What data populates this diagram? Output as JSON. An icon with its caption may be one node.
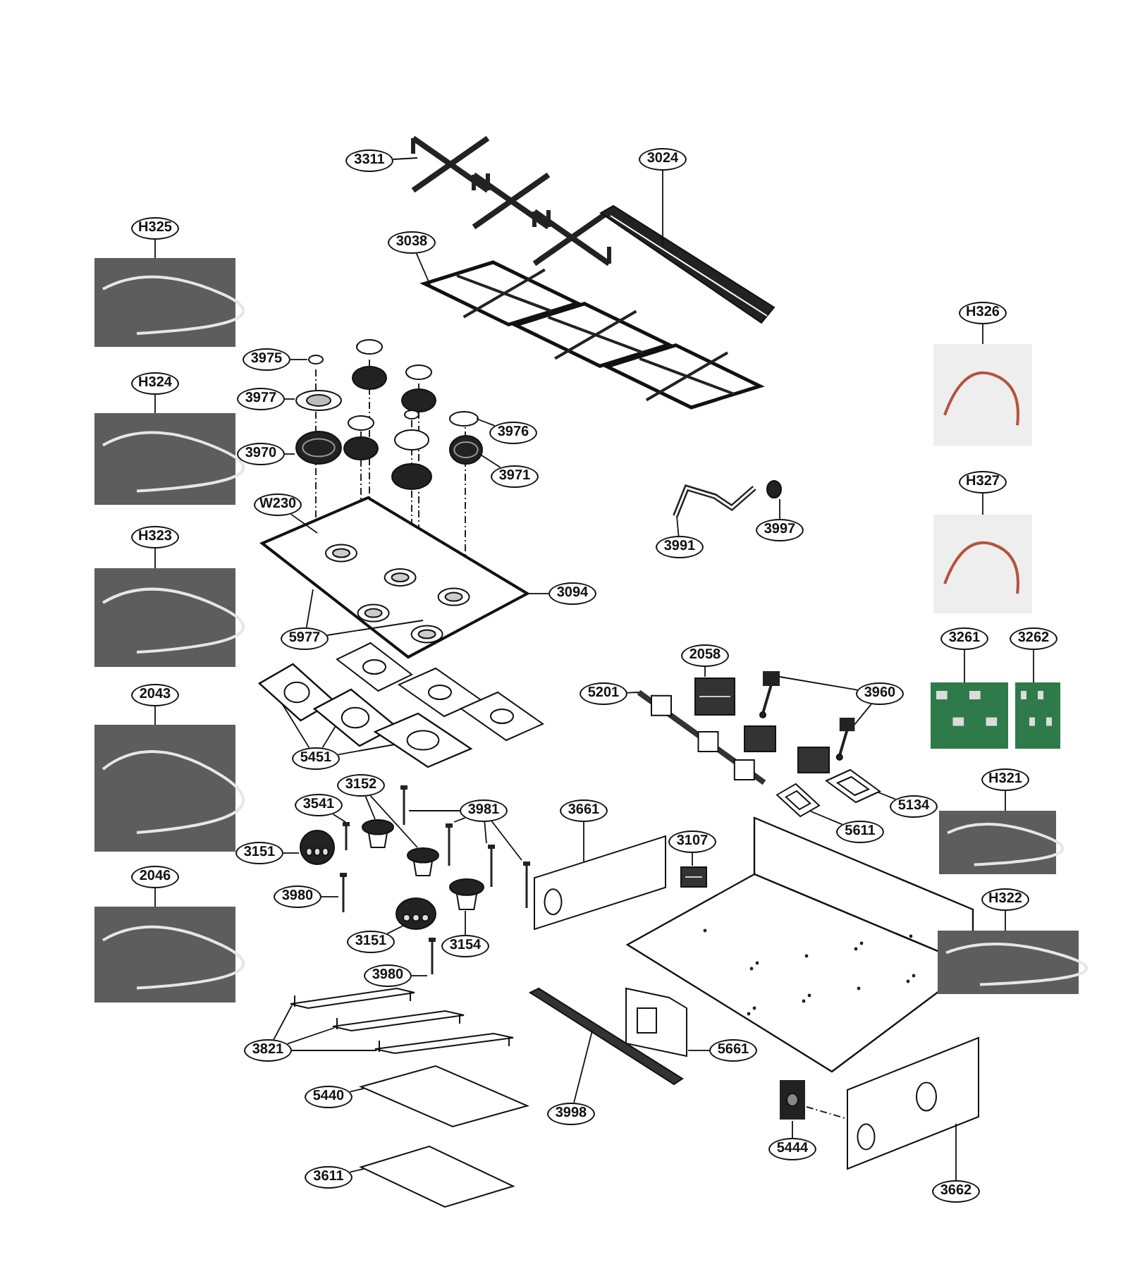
{
  "diagram": {
    "nodes": [
      {
        "text": [
          "3311"
        ]
      },
      {
        "text": [],
        "shape": "picture"
      },
      {
        "text": [
          "3024"
        ]
      },
      {
        "text": [],
        "shape": "picture"
      },
      {
        "text": [
          "3038"
        ]
      },
      {
        "text": [],
        "shape": "picture"
      },
      {
        "text": [
          "H325"
        ]
      },
      {
        "text": [],
        "shape": "picture"
      },
      {
        "text": [
          "H326"
        ]
      },
      {
        "text": [],
        "shape": "picture"
      },
      {
        "text": [
          "3975"
        ]
      },
      {
        "text": [],
        "shape": "circle"
      },
      {
        "text": [
          "3977"
        ]
      },
      {
        "text": [],
        "shape": "picture"
      },
      {
        "text": [
          "3976"
        ]
      },
      {
        "text": [],
        "shape": "circle"
      },
      {
        "text": [
          "3970"
        ]
      },
      {
        "text": [],
        "shape": "picture"
      },
      {
        "text": [
          "3971"
        ]
      },
      {
        "text": [],
        "shape": "picture"
      },
      {
        "text": [
          "H324"
        ]
      },
      {
        "text": [],
        "shape": "picture"
      },
      {
        "text": [
          "W230"
        ]
      },
      {
        "text": [
          "3991"
        ]
      },
      {
        "text": [
          "3997"
        ]
      },
      {
        "text": [],
        "shape": "picture"
      },
      {
        "text": [],
        "shape": "circle"
      },
      {
        "text": [
          "H327"
        ]
      },
      {
        "text": [],
        "shape": "picture"
      },
      {
        "text": [
          "3094"
        ]
      },
      {
        "text": [],
        "shape": "picture"
      },
      {
        "text": [
          "H323"
        ]
      },
      {
        "text": [],
        "shape": "picture"
      },
      {
        "text": [
          "5977"
        ]
      },
      {
        "text": [
          "3261"
        ]
      },
      {
        "text": [],
        "shape": "picture"
      },
      {
        "text": [
          "3262"
        ]
      },
      {
        "text": [],
        "shape": "picture"
      },
      {
        "text": [
          "2058"
        ]
      },
      {
        "text": [],
        "shape": "picture"
      },
      {
        "text": [
          "5201"
        ]
      },
      {
        "text": [],
        "shape": "picture"
      },
      {
        "text": [
          "3960"
        ]
      },
      {
        "text": [],
        "shape": "picture"
      },
      {
        "text": [],
        "shape": "picture"
      },
      {
        "text": [
          "2043"
        ]
      },
      {
        "text": [],
        "shape": "picture"
      },
      {
        "text": [
          "5451"
        ]
      },
      {
        "text": [],
        "shape": "picture"
      },
      {
        "text": [],
        "shape": "picture"
      },
      {
        "text": [],
        "shape": "picture"
      },
      {
        "text": [
          "3541"
        ]
      },
      {
        "text": [],
        "shape": "picture"
      },
      {
        "text": [
          "3152"
        ]
      },
      {
        "text": [],
        "shape": "circle"
      },
      {
        "text": [],
        "shape": "circle"
      },
      {
        "text": [
          "3981"
        ]
      },
      {
        "text": [
          "H321"
        ]
      },
      {
        "text": [],
        "shape": "picture"
      },
      {
        "text": [
          "3151"
        ]
      },
      {
        "text": [],
        "shape": "picture"
      },
      {
        "text": [
          "3661"
        ]
      },
      {
        "text": [],
        "shape": "picture"
      },
      {
        "text": [
          "3107"
        ]
      },
      {
        "text": [],
        "shape": "picture"
      },
      {
        "text": [
          "5134"
        ]
      },
      {
        "text": [],
        "shape": "picture"
      },
      {
        "text": [
          "5611"
        ]
      },
      {
        "text": [],
        "shape": "picture"
      },
      {
        "text": [
          "3980"
        ]
      },
      {
        "text": [
          "2046"
        ]
      },
      {
        "text": [],
        "shape": "picture"
      },
      {
        "text": [
          "3151"
        ]
      },
      {
        "text": [],
        "shape": "picture"
      },
      {
        "text": [
          "3154"
        ]
      },
      {
        "text": [],
        "shape": "circle"
      },
      {
        "text": [
          "3980"
        ]
      },
      {
        "text": [
          "H322"
        ]
      },
      {
        "text": [],
        "shape": "picture"
      },
      {
        "text": [
          "3821"
        ]
      },
      {
        "text": [],
        "shape": "picture"
      },
      {
        "text": [],
        "shape": "picture"
      },
      {
        "text": [],
        "shape": "picture"
      },
      {
        "text": [
          "5440"
        ]
      },
      {
        "text": [],
        "shape": "picture"
      },
      {
        "text": [
          "3998"
        ]
      },
      {
        "text": [],
        "shape": "picture"
      },
      {
        "text": [
          "5661"
        ]
      },
      {
        "text": [],
        "shape": "picture"
      },
      {
        "text": [
          "5444"
        ]
      },
      {
        "text": [],
        "shape": "picture"
      },
      {
        "text": [
          "3662"
        ]
      },
      {
        "text": [],
        "shape": "picture"
      },
      {
        "text": [
          "3611"
        ]
      },
      {
        "text": [],
        "shape": "picture"
      },
      {
        "text": [],
        "shape": "picture"
      },
      {
        "text": [],
        "shape": "picture"
      },
      {
        "text": [],
        "shape": "picture"
      },
      {
        "text": [],
        "shape": "picture"
      },
      {
        "text": [],
        "shape": "picture"
      },
      {
        "text": [],
        "shape": "picture"
      }
    ],
    "edges": [
      {
        "from": 0,
        "to": 1,
        "arrow": "none"
      },
      {
        "from": 2,
        "to": 3,
        "arrow": "none"
      },
      {
        "from": 4,
        "to": 5,
        "arrow": "none"
      },
      {
        "from": 6,
        "to": 7,
        "arrow": "none"
      },
      {
        "from": 8,
        "to": 9,
        "arrow": "none"
      },
      {
        "from": 10,
        "to": 11,
        "arrow": "none"
      },
      {
        "from": 12,
        "to": 13,
        "arrow": "none"
      },
      {
        "from": 14,
        "to": 15,
        "arrow": "none"
      },
      {
        "from": 16,
        "to": 17,
        "arrow": "none"
      },
      {
        "from": 18,
        "to": 19,
        "arrow": "none"
      },
      {
        "from": 20,
        "to": 21,
        "arrow": "none"
      },
      {
        "from": 22,
        "to": 30,
        "arrow": "none"
      },
      {
        "from": 23,
        "to": 25,
        "arrow": "none"
      },
      {
        "from": 24,
        "to": 26,
        "arrow": "none"
      },
      {
        "from": 27,
        "to": 28,
        "arrow": "none"
      },
      {
        "from": 29,
        "to": 30,
        "arrow": "none"
      },
      {
        "from": 31,
        "to": 32,
        "arrow": "none"
      },
      {
        "from": 33,
        "to": 30,
        "arrow": "none"
      },
      {
        "from": 33,
        "to": 30,
        "arrow": "none"
      },
      {
        "from": 34,
        "to": 35,
        "arrow": "none"
      },
      {
        "from": 36,
        "to": 37,
        "arrow": "none"
      },
      {
        "from": 38,
        "to": 39,
        "arrow": "none"
      },
      {
        "from": 40,
        "to": 41,
        "arrow": "none"
      },
      {
        "from": 42,
        "to": 43,
        "arrow": "none"
      },
      {
        "from": 42,
        "to": 44,
        "arrow": "none"
      },
      {
        "from": 45,
        "to": 46,
        "arrow": "none"
      },
      {
        "from": 47,
        "to": 48,
        "arrow": "none"
      },
      {
        "from": 47,
        "to": 49,
        "arrow": "none"
      },
      {
        "from": 47,
        "to": 50,
        "arrow": "none"
      },
      {
        "from": 51,
        "to": 52,
        "arrow": "none"
      },
      {
        "from": 53,
        "to": 54,
        "arrow": "none"
      },
      {
        "from": 53,
        "to": 55,
        "arrow": "none"
      },
      {
        "from": 56,
        "to": 95,
        "arrow": "none"
      },
      {
        "from": 56,
        "to": 96,
        "arrow": "none"
      },
      {
        "from": 56,
        "to": 97,
        "arrow": "none"
      },
      {
        "from": 56,
        "to": 98,
        "arrow": "none"
      },
      {
        "from": 57,
        "to": 58,
        "arrow": "none"
      },
      {
        "from": 59,
        "to": 60,
        "arrow": "none"
      },
      {
        "from": 61,
        "to": 62,
        "arrow": "none"
      },
      {
        "from": 63,
        "to": 64,
        "arrow": "none"
      },
      {
        "from": 65,
        "to": 66,
        "arrow": "none"
      },
      {
        "from": 67,
        "to": 68,
        "arrow": "none"
      },
      {
        "from": 69,
        "to": 99,
        "arrow": "none"
      },
      {
        "from": 70,
        "to": 71,
        "arrow": "none"
      },
      {
        "from": 72,
        "to": 73,
        "arrow": "none"
      },
      {
        "from": 74,
        "to": 75,
        "arrow": "none"
      },
      {
        "from": 76,
        "to": 100,
        "arrow": "none"
      },
      {
        "from": 77,
        "to": 78,
        "arrow": "none"
      },
      {
        "from": 79,
        "to": 80,
        "arrow": "none"
      },
      {
        "from": 79,
        "to": 81,
        "arrow": "none"
      },
      {
        "from": 79,
        "to": 82,
        "arrow": "none"
      },
      {
        "from": 83,
        "to": 84,
        "arrow": "none"
      },
      {
        "from": 85,
        "to": 86,
        "arrow": "none"
      },
      {
        "from": 87,
        "to": 88,
        "arrow": "none"
      },
      {
        "from": 89,
        "to": 90,
        "arrow": "none"
      },
      {
        "from": 91,
        "to": 92,
        "arrow": "none"
      },
      {
        "from": 93,
        "to": 94,
        "arrow": "none"
      }
    ]
  }
}
